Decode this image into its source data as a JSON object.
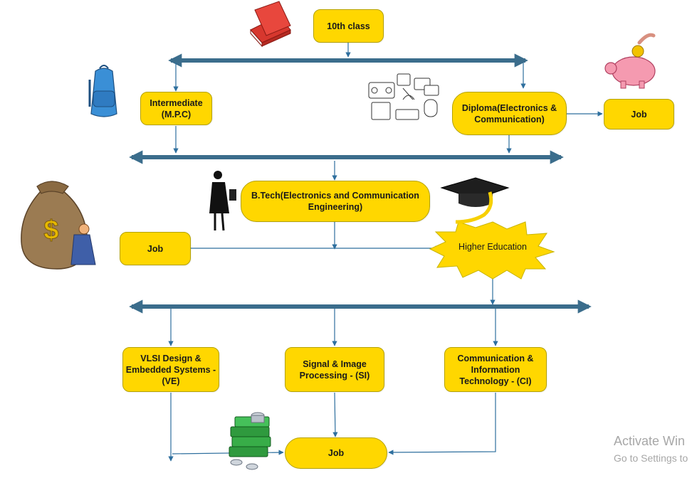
{
  "nodes": {
    "tenth": "10th class",
    "intermediate": "Intermediate\n(M.P.C)",
    "diploma": "Diploma(Electronics &\nCommunication)",
    "job_diploma": "Job",
    "btech": "B.Tech(Electronics and Communication\nEngineering)",
    "job_btech": "Job",
    "higher_education": "Higher Education",
    "vlsi": "VLSI Design &\nEmbedded Systems -\n(VE)",
    "signal": "Signal & Image\nProcessing - (SI)",
    "comm": "Communication &\nInformation\nTechnology - (CI)",
    "job_final": "Job"
  },
  "colors": {
    "box_fill": "#ffd700",
    "bar": "#3b6d8c",
    "arrow": "#2e6f9e",
    "burst_fill": "#ffd700"
  },
  "icons": [
    "red-book-icon",
    "backpack-icon",
    "electronics-doodle-icon",
    "piggy-bank-icon",
    "money-bag-icon",
    "business-woman-icon",
    "graduation-cap-icon",
    "cash-stacks-icon"
  ],
  "watermark": {
    "title": "Activate Win",
    "subtitle": "Go to Settings to"
  }
}
